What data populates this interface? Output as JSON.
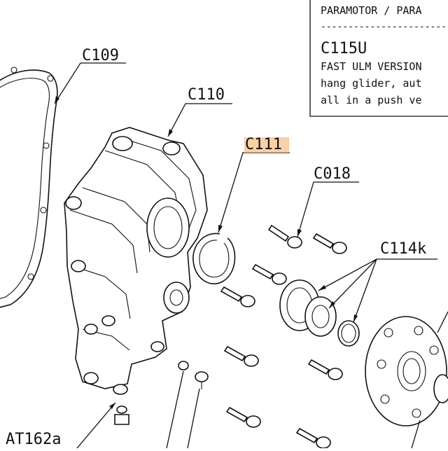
{
  "info_box": {
    "header": "PARAMOTOR / PARA",
    "dashes": "-------------------------",
    "model": "C115U",
    "line1": "FAST ULM VERSION",
    "line2": "hang glider, aut",
    "line3": "all in a push ve"
  },
  "labels": {
    "c109": "C109",
    "c110": "C110",
    "c111": "C111",
    "c018": "C018",
    "c114k": "C114k",
    "at162a": "AT162a"
  },
  "colors": {
    "highlight": "#f7c08a",
    "line": "#111111",
    "background": "#ffffff"
  }
}
